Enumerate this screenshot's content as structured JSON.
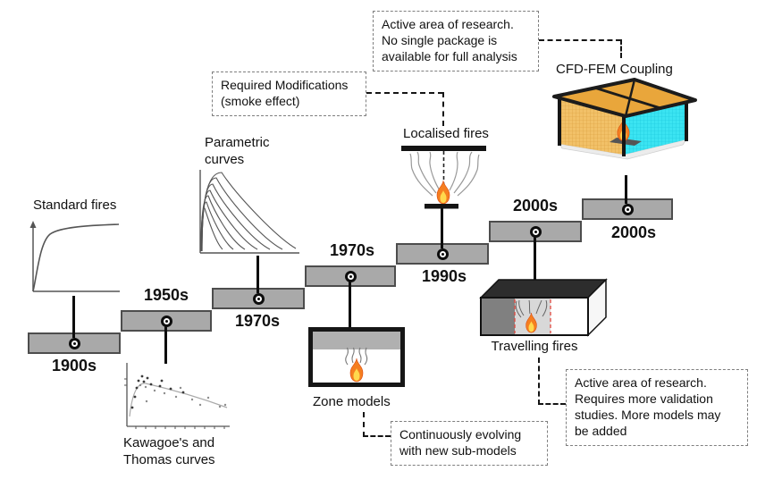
{
  "callouts": {
    "cfd_research": "Active area of research.\nNo single package is\navailable for full analysis",
    "required_modifications": "Required Modifications\n(smoke effect)",
    "zone_evolving": "Continuously evolving\nwith new sub-models",
    "travelling_research": "Active area of research.\nRequires more validation\nstudies. More models may\nbe added"
  },
  "steps": [
    {
      "label": "1900s",
      "label_position": "below",
      "model": "Standard fires"
    },
    {
      "label": "1950s",
      "label_position": "above",
      "model": "Kawagoe's and Thomas curves"
    },
    {
      "label": "1970s",
      "label_position": "below",
      "model": "Parametric curves"
    },
    {
      "label": "1970s",
      "label_position": "above",
      "model": "Zone models"
    },
    {
      "label": "1990s",
      "label_position": "below",
      "model": "Localised fires"
    },
    {
      "label": "2000s",
      "label_position": "above",
      "model": "Travelling fires"
    },
    {
      "label": "2000s",
      "label_position": "below",
      "model": "CFD-FEM Coupling"
    }
  ],
  "labels": {
    "standard_fires": "Standard fires",
    "parametric_curves": "Parametric\ncurves",
    "kawagoe": "Kawagoe's and\nThomas curves",
    "zone_models": "Zone models",
    "localised_fires": "Localised fires",
    "travelling_fires": "Travelling fires",
    "cfd_fem": "CFD-FEM Coupling"
  },
  "colors": {
    "step_fill": "#a9a9a9",
    "step_border": "#4d4d4d",
    "flame_orange": "#f57e20",
    "flame_yellow": "#ffd84d",
    "wall_tan": "#f2c168",
    "wall_cyan": "#3be4f2",
    "smoke_gray": "#999999",
    "travelling_burnt_gray": "#808080",
    "travelling_dash_red": "#e0483e"
  }
}
